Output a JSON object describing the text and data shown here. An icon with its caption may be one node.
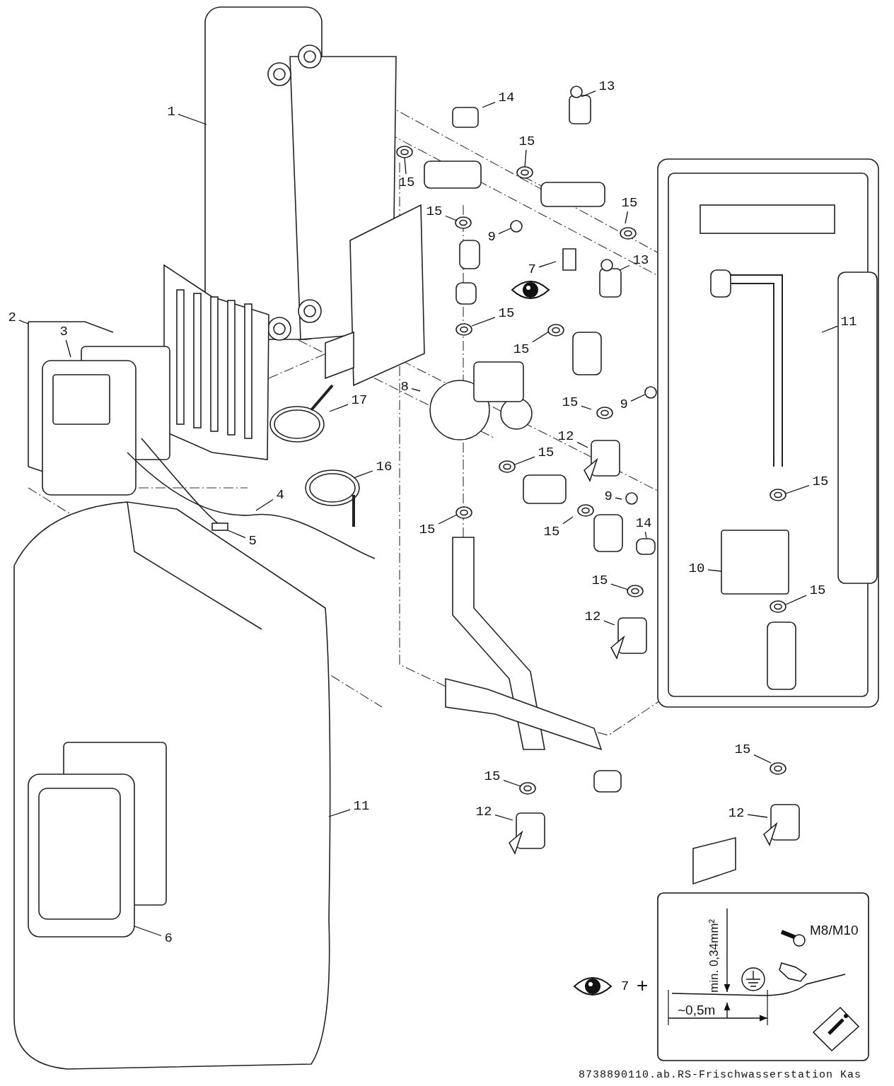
{
  "diagram": {
    "nodes": [
      {
        "text": [
          "13"
        ]
      },
      {
        "text": [
          "14"
        ]
      },
      {
        "text": [
          "1"
        ]
      },
      {
        "text": [
          "15"
        ]
      },
      {
        "text": [
          "15"
        ]
      },
      {
        "text": [
          "15"
        ]
      },
      {
        "text": [
          "15"
        ]
      },
      {
        "text": [
          "9"
        ]
      },
      {
        "text": [
          "7"
        ]
      },
      {
        "text": [
          "13"
        ]
      },
      {
        "text": [
          "15"
        ]
      },
      {
        "text": [
          "2"
        ]
      },
      {
        "text": [
          "11"
        ]
      },
      {
        "text": [
          "3"
        ]
      },
      {
        "text": [
          "15"
        ]
      },
      {
        "text": [
          "8"
        ]
      },
      {
        "text": [
          "17"
        ]
      },
      {
        "text": [
          "15"
        ]
      },
      {
        "text": [
          "9"
        ]
      },
      {
        "text": [
          "12"
        ]
      },
      {
        "text": [
          "15"
        ]
      },
      {
        "text": [
          "16"
        ]
      },
      {
        "text": [
          "15"
        ]
      },
      {
        "text": [
          "4"
        ]
      },
      {
        "text": [
          "9"
        ]
      },
      {
        "text": [
          "14"
        ]
      },
      {
        "text": [
          "15"
        ]
      },
      {
        "text": [
          "15"
        ]
      },
      {
        "text": [
          "5"
        ]
      },
      {
        "text": [
          "10"
        ]
      },
      {
        "text": [
          "15"
        ]
      },
      {
        "text": [
          "15"
        ]
      },
      {
        "text": [
          "12"
        ]
      },
      {
        "text": [
          "15"
        ]
      },
      {
        "text": [
          "15"
        ]
      },
      {
        "text": [
          "11"
        ]
      },
      {
        "text": [
          "12"
        ]
      },
      {
        "text": [
          "12"
        ]
      },
      {
        "text": [
          "6"
        ]
      }
    ],
    "edges": [
      {
        "from": 0,
        "to": null,
        "arrow": "none"
      },
      {
        "from": 1,
        "to": null,
        "arrow": "none"
      },
      {
        "from": 2,
        "to": null,
        "arrow": "none"
      },
      {
        "from": 3,
        "to": null,
        "arrow": "none"
      },
      {
        "from": 4,
        "to": null,
        "arrow": "none"
      },
      {
        "from": 5,
        "to": null,
        "arrow": "none"
      },
      {
        "from": 6,
        "to": null,
        "arrow": "none"
      },
      {
        "from": 7,
        "to": null,
        "arrow": "none"
      },
      {
        "from": 8,
        "to": null,
        "arrow": "none"
      },
      {
        "from": 9,
        "to": null,
        "arrow": "none"
      },
      {
        "from": 10,
        "to": null,
        "arrow": "none"
      },
      {
        "from": 11,
        "to": null,
        "arrow": "none"
      },
      {
        "from": 12,
        "to": null,
        "arrow": "none"
      },
      {
        "from": 13,
        "to": null,
        "arrow": "none"
      },
      {
        "from": 14,
        "to": null,
        "arrow": "none"
      },
      {
        "from": 15,
        "to": null,
        "arrow": "none"
      },
      {
        "from": 16,
        "to": null,
        "arrow": "none"
      },
      {
        "from": 17,
        "to": null,
        "arrow": "none"
      },
      {
        "from": 18,
        "to": null,
        "arrow": "none"
      },
      {
        "from": 19,
        "to": null,
        "arrow": "none"
      },
      {
        "from": 20,
        "to": null,
        "arrow": "none"
      },
      {
        "from": 21,
        "to": null,
        "arrow": "none"
      },
      {
        "from": 22,
        "to": null,
        "arrow": "none"
      },
      {
        "from": 23,
        "to": null,
        "arrow": "none"
      },
      {
        "from": 24,
        "to": null,
        "arrow": "none"
      },
      {
        "from": 25,
        "to": null,
        "arrow": "none"
      },
      {
        "from": 26,
        "to": null,
        "arrow": "none"
      },
      {
        "from": 27,
        "to": null,
        "arrow": "none"
      },
      {
        "from": 28,
        "to": null,
        "arrow": "none"
      },
      {
        "from": 29,
        "to": null,
        "arrow": "none"
      },
      {
        "from": 30,
        "to": null,
        "arrow": "none"
      },
      {
        "from": 31,
        "to": null,
        "arrow": "none"
      },
      {
        "from": 32,
        "to": null,
        "arrow": "none"
      },
      {
        "from": 33,
        "to": null,
        "arrow": "none"
      },
      {
        "from": 34,
        "to": null,
        "arrow": "none"
      },
      {
        "from": 35,
        "to": null,
        "arrow": "none"
      },
      {
        "from": 36,
        "to": null,
        "arrow": "none"
      },
      {
        "from": 37,
        "to": null,
        "arrow": "none"
      },
      {
        "from": 38,
        "to": null,
        "arrow": "none"
      }
    ],
    "labels": [
      "min. 0,34mm²",
      "M8/M10",
      "7",
      "+",
      "~0,5m",
      "8738890110.ab.RS-Frischwasserstation Kas"
    ]
  }
}
